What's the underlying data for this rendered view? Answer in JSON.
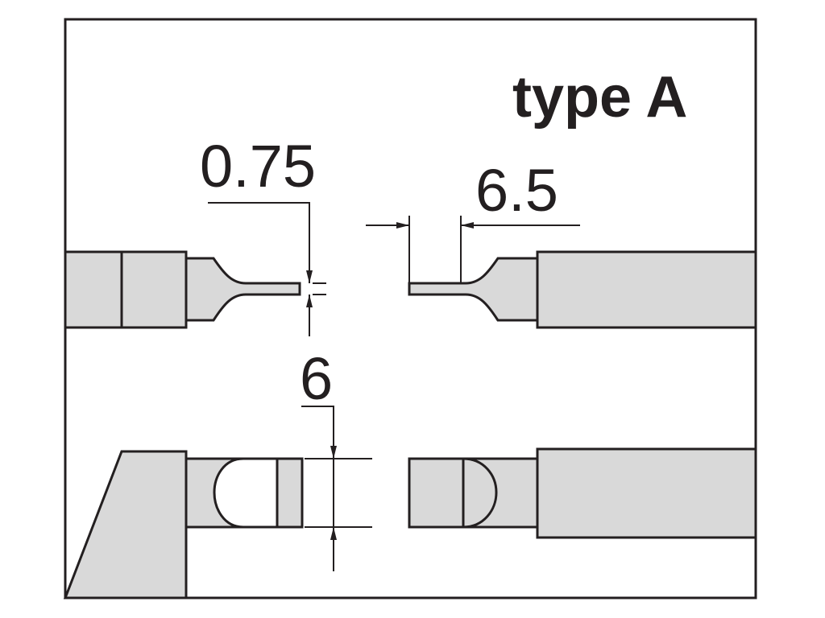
{
  "diagram": {
    "title": "type A",
    "dimensions": {
      "spindle_gap": "0.75",
      "blade_length": "6.5",
      "anvil_width": "6"
    },
    "colors": {
      "part_fill": "#d9d9d9",
      "outline": "#231f20",
      "background": "#ffffff"
    }
  }
}
